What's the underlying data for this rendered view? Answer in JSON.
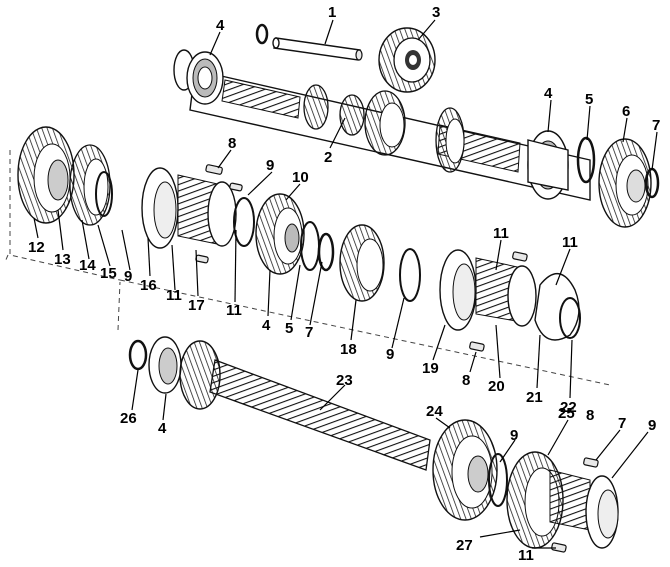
{
  "diagram": {
    "kind": "exploded gearbox shaft assembly",
    "callouts": [
      {
        "id": "c1",
        "text": "1"
      },
      {
        "id": "c2",
        "text": "2"
      },
      {
        "id": "c3",
        "text": "3"
      },
      {
        "id": "c4a",
        "text": "4"
      },
      {
        "id": "c4b",
        "text": "4"
      },
      {
        "id": "c4c",
        "text": "4"
      },
      {
        "id": "c4d",
        "text": "4"
      },
      {
        "id": "c5a",
        "text": "5"
      },
      {
        "id": "c5b",
        "text": "5"
      },
      {
        "id": "c6",
        "text": "6"
      },
      {
        "id": "c7a",
        "text": "7"
      },
      {
        "id": "c7b",
        "text": "7"
      },
      {
        "id": "c7c",
        "text": "7"
      },
      {
        "id": "c8a",
        "text": "8"
      },
      {
        "id": "c8b",
        "text": "8"
      },
      {
        "id": "c8c",
        "text": "8"
      },
      {
        "id": "c9a",
        "text": "9"
      },
      {
        "id": "c9b",
        "text": "9"
      },
      {
        "id": "c9c",
        "text": "9"
      },
      {
        "id": "c9d",
        "text": "9"
      },
      {
        "id": "c9e",
        "text": "9"
      },
      {
        "id": "c10",
        "text": "10"
      },
      {
        "id": "c11a",
        "text": "11"
      },
      {
        "id": "c11b",
        "text": "11"
      },
      {
        "id": "c11c",
        "text": "11"
      },
      {
        "id": "c11d",
        "text": "11"
      },
      {
        "id": "c11e",
        "text": "11"
      },
      {
        "id": "c12",
        "text": "12"
      },
      {
        "id": "c13",
        "text": "13"
      },
      {
        "id": "c14",
        "text": "14"
      },
      {
        "id": "c15",
        "text": "15"
      },
      {
        "id": "c16",
        "text": "16"
      },
      {
        "id": "c17",
        "text": "17"
      },
      {
        "id": "c18",
        "text": "18"
      },
      {
        "id": "c19",
        "text": "19"
      },
      {
        "id": "c20",
        "text": "20"
      },
      {
        "id": "c21",
        "text": "21"
      },
      {
        "id": "c22",
        "text": "22"
      },
      {
        "id": "c23",
        "text": "23"
      },
      {
        "id": "c24",
        "text": "24"
      },
      {
        "id": "c25",
        "text": "25"
      },
      {
        "id": "c26",
        "text": "26"
      },
      {
        "id": "c27",
        "text": "27"
      }
    ]
  }
}
